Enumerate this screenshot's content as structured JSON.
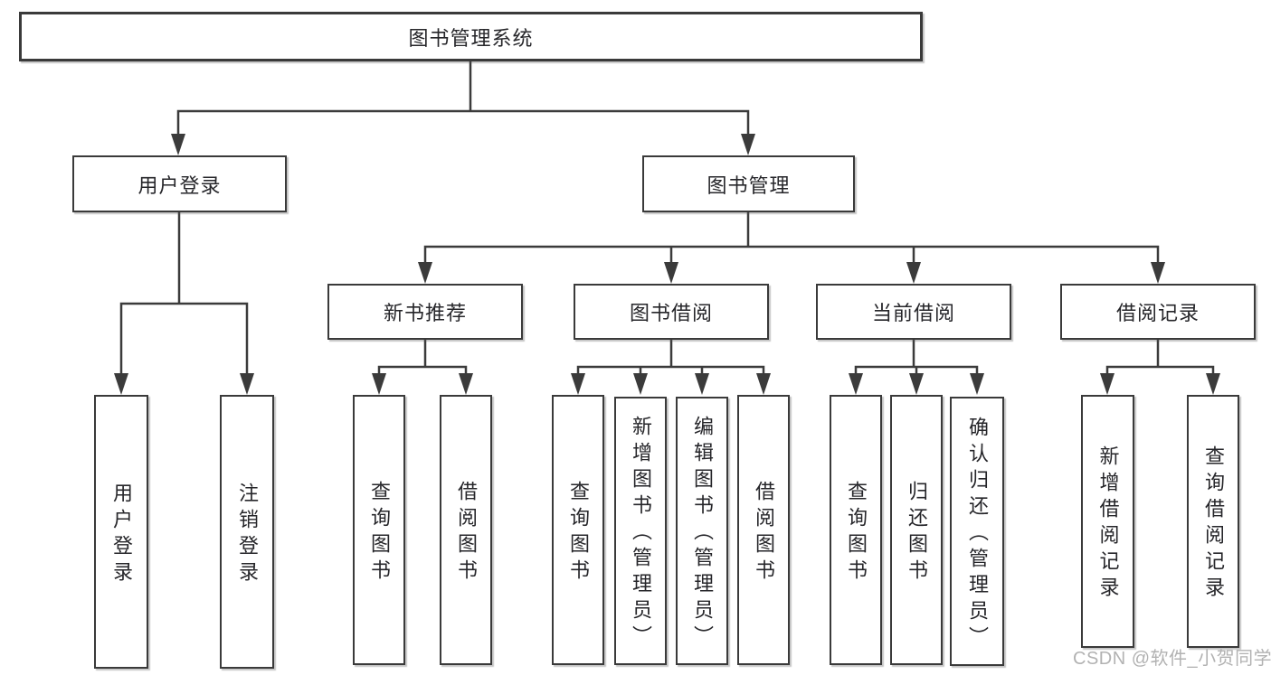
{
  "colors": {
    "background": "#ffffff",
    "line": "#3b3b3b",
    "box_border": "#3a3a3a",
    "text": "#26262a",
    "watermark": "#b2b2b2"
  },
  "tree": {
    "root": {
      "label": "图书管理系统"
    },
    "branches": [
      {
        "label": "用户登录",
        "children": [
          {
            "label": "用户登录"
          },
          {
            "label": "注销登录"
          }
        ]
      },
      {
        "label": "图书管理",
        "children": [
          {
            "label": "新书推荐",
            "children": [
              {
                "label": "查询图书"
              },
              {
                "label": "借阅图书"
              }
            ]
          },
          {
            "label": "图书借阅",
            "children": [
              {
                "label": "查询图书"
              },
              {
                "label": "新增图书（管理员）"
              },
              {
                "label": "编辑图书（管理员）"
              },
              {
                "label": "借阅图书"
              }
            ]
          },
          {
            "label": "当前借阅",
            "children": [
              {
                "label": "查询图书"
              },
              {
                "label": "归还图书"
              },
              {
                "label": "确认归还（管理员）"
              }
            ]
          },
          {
            "label": "借阅记录",
            "children": [
              {
                "label": "新增借阅记录"
              },
              {
                "label": "查询借阅记录"
              }
            ]
          }
        ]
      }
    ]
  },
  "watermark": {
    "text": "CSDN @软件_小贺同学"
  }
}
